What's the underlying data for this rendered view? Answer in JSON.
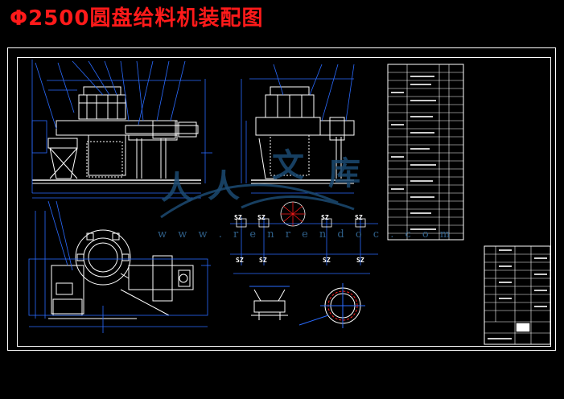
{
  "drawing_title": "Φ2500圆盘给料机装配图",
  "watermark": {
    "glyphs": [
      "人",
      "人",
      "文",
      "库"
    ],
    "url": "w w w . r e n r e n d o c . c o m"
  },
  "section_marks": [
    {
      "text": "SZ"
    },
    {
      "text": "SZ"
    },
    {
      "text": "SZ"
    },
    {
      "text": "SZ"
    },
    {
      "text": "SZ"
    },
    {
      "text": "SZ"
    },
    {
      "text": "SZ"
    },
    {
      "text": "SZ"
    }
  ],
  "colors": {
    "background": "#000000",
    "title": "#ff1a1a",
    "frame": "#ffffff",
    "linework": "#ffffff",
    "dimension": "#2a6bff",
    "watermark": "#1c4a72"
  }
}
